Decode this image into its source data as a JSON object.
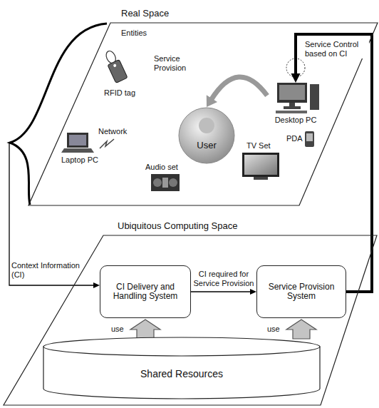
{
  "diagram": {
    "nodes": [
      {
        "text": [
          "Real Space"
        ]
      },
      {
        "text": [
          "User"
        ],
        "in": 0
      },
      {
        "text": [
          "Desktop PC"
        ],
        "in": 0
      },
      {
        "text": [
          "Ubiquitous Computing Space"
        ]
      },
      {
        "text": [
          "CI Delivery and Handling System"
        ],
        "in": 3
      },
      {
        "text": [
          "Service Provision System"
        ],
        "in": 3
      },
      {
        "text": [
          "Shared Resources"
        ],
        "in": 3
      }
    ],
    "edges": [
      {
        "from": 5,
        "to": 2,
        "arrow": "to",
        "label": "Service Control based on CI"
      },
      {
        "from": 2,
        "to": 1,
        "arrow": "to",
        "label": "Service Provision"
      },
      {
        "from": 4,
        "to": 5,
        "arrow": "to",
        "label": "CI required for Service Provision"
      },
      {
        "from": 6,
        "to": 4,
        "arrow": "to",
        "label": "use"
      },
      {
        "from": 6,
        "to": 5,
        "arrow": "to",
        "label": "use"
      }
    ],
    "labels": [
      "Entities",
      "RFID tag",
      "Network",
      "Laptop PC",
      "Audio set",
      "TV Set",
      "PDA",
      "Context Information (CI)"
    ]
  }
}
